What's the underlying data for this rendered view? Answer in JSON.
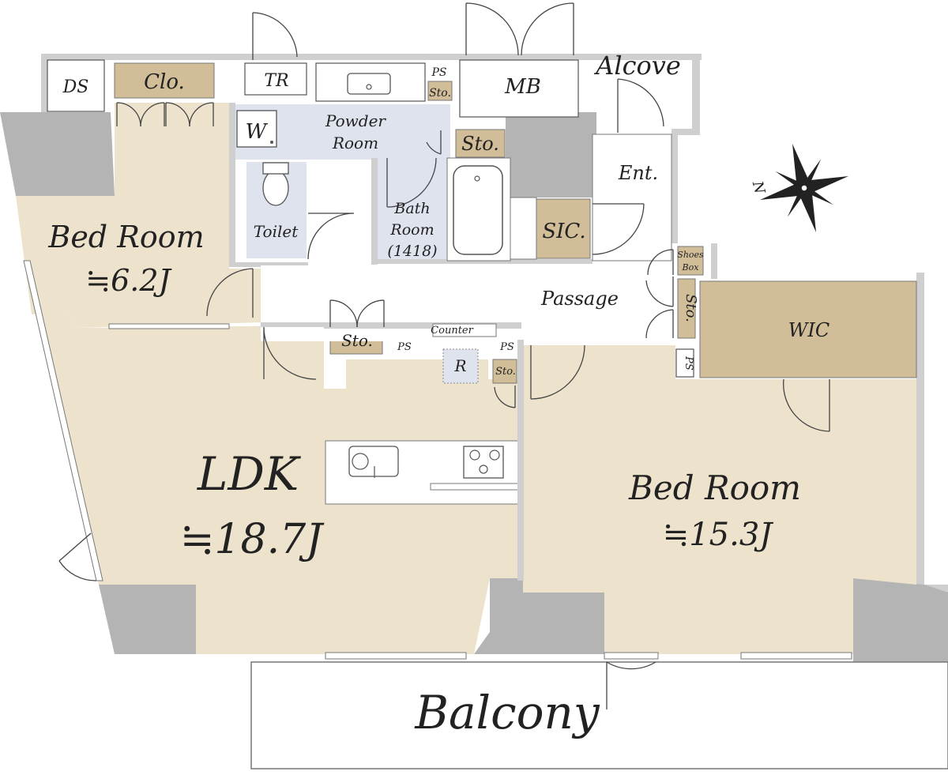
{
  "rooms": {
    "ds": "DS",
    "closet": "Clo.",
    "tr": "TR",
    "ps_top": "PS",
    "sto_top": "Sto.",
    "mb": "MB",
    "alcove": "Alcove",
    "washer": "W",
    "powder_line1": "Powder",
    "powder_line2": "Room",
    "sto_mid": "Sto.",
    "entrance": "Ent.",
    "bed_small_name": "Bed Room",
    "bed_small_size": "≒6.2J",
    "toilet": "Toilet",
    "bath_line1": "Bath",
    "bath_line2": "Room",
    "bath_line3": "(1418)",
    "sic": "SIC.",
    "shoes_line1": "Shoes",
    "shoes_line2": "Box",
    "passage": "Passage",
    "sto_passage": "Sto.",
    "wic": "WIC",
    "ps_wic": "PS",
    "sto_kitchen": "Sto.",
    "ps_kitchen_left": "PS",
    "counter": "Counter",
    "ps_kitchen_right": "PS",
    "refrigerator": "R",
    "sto_kitchen_small": "Sto.",
    "ldk_name": "LDK",
    "ldk_size": "≒18.7J",
    "bed_large_name": "Bed Room",
    "bed_large_size": "≒15.3J",
    "balcony": "Balcony",
    "compass_north": "N"
  },
  "colors": {
    "floor": "#ede3cc",
    "storage": "#d2bd99",
    "wet_area": "#dfe3ee",
    "structure": "#b4b4b4"
  }
}
